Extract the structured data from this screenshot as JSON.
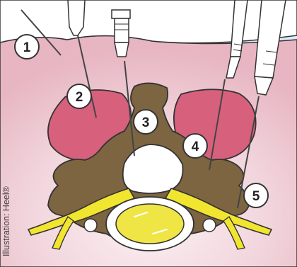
{
  "labels": [
    {
      "number": "1"
    },
    {
      "number": "2"
    },
    {
      "number": "3"
    },
    {
      "number": "4"
    },
    {
      "number": "5"
    }
  ],
  "credit": "Illustration: Heel®",
  "colors": {
    "background": "#d9ecf8",
    "skin": "#f3dbe1",
    "muscle": "#d7607d",
    "bone": "#7c6540",
    "nerve": "#f2e530",
    "cord": "#efe645"
  }
}
